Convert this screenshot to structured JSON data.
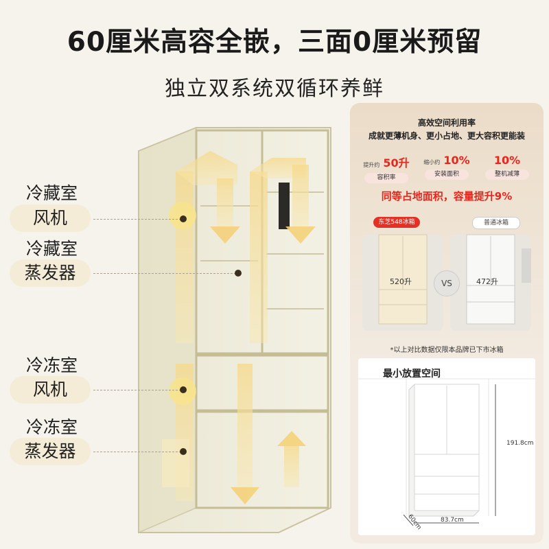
{
  "headline": "60厘米高容全嵌，三面0厘米预留",
  "subline": "独立双系统双循环养鲜",
  "labels": {
    "fridge_fan": {
      "line1": "冷藏室",
      "line2": "风机"
    },
    "fridge_evap": {
      "line1": "冷藏室",
      "line2": "蒸发器"
    },
    "freezer_fan": {
      "line1": "冷冻室",
      "line2": "风机"
    },
    "freezer_evap": {
      "line1": "冷冻室",
      "line2": "蒸发器"
    }
  },
  "card": {
    "title": "高效空间利用率",
    "subtitle": "成就更薄机身、更小占地、更大容积更能装",
    "stats": [
      {
        "prefix": "提升约",
        "value": "50升",
        "tag": "容积率"
      },
      {
        "prefix": "缩小约",
        "value": "10%",
        "tag": "安装面积"
      },
      {
        "prefix": "",
        "value": "10%",
        "tag": "整机减薄"
      }
    ],
    "claim": "同等占地面积，容量提升9%",
    "brand_badge": "东芝548冰箱",
    "other_badge": "普通冰箱",
    "vol_brand": "520升",
    "vs": "VS",
    "vol_other": "472升",
    "note": "*以上对比数据仅限本品牌已下市冰箱",
    "space_title": "最小放置空间",
    "dim_height": "191.8cm",
    "dim_width": "83.7cm",
    "dim_depth": "60cm"
  },
  "colors": {
    "accent_red": "#e8261c",
    "pill_bg": "#f5ecd7",
    "glow": "#f7df7a"
  }
}
